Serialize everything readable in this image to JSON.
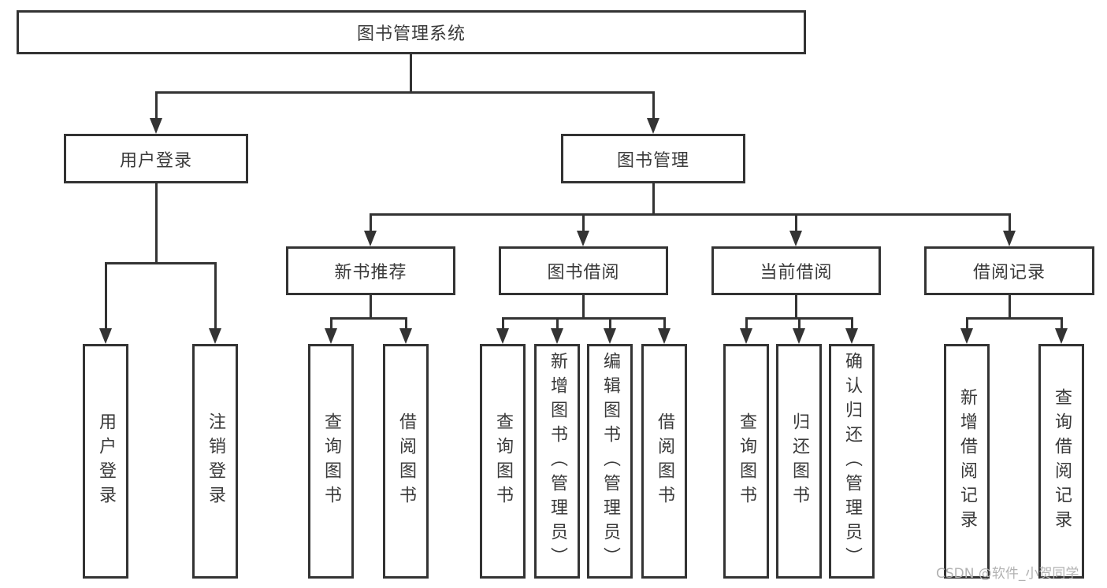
{
  "colors": {
    "line": "#333333",
    "text": "#3a3a3a",
    "watermark": "#b2b2b2",
    "background": "#ffffff"
  },
  "watermark": {
    "text": "CSDN @软件_小贺同学"
  },
  "tree": {
    "root": {
      "label": "图书管理系统"
    },
    "branches": [
      {
        "label": "用户登录",
        "children": [
          {
            "label": "用户登录"
          },
          {
            "label": "注销登录"
          }
        ]
      },
      {
        "label": "图书管理",
        "children": [
          {
            "label": "新书推荐",
            "children": [
              {
                "label": "查询图书"
              },
              {
                "label": "借阅图书"
              }
            ]
          },
          {
            "label": "图书借阅",
            "children": [
              {
                "label": "查询图书"
              },
              {
                "label": "新增图书（管理员）"
              },
              {
                "label": "编辑图书（管理员）"
              },
              {
                "label": "借阅图书"
              }
            ]
          },
          {
            "label": "当前借阅",
            "children": [
              {
                "label": "查询图书"
              },
              {
                "label": "归还图书"
              },
              {
                "label": "确认归还（管理员）"
              }
            ]
          },
          {
            "label": "借阅记录",
            "children": [
              {
                "label": "新增借阅记录"
              },
              {
                "label": "查询借阅记录"
              }
            ]
          }
        ]
      }
    ]
  }
}
